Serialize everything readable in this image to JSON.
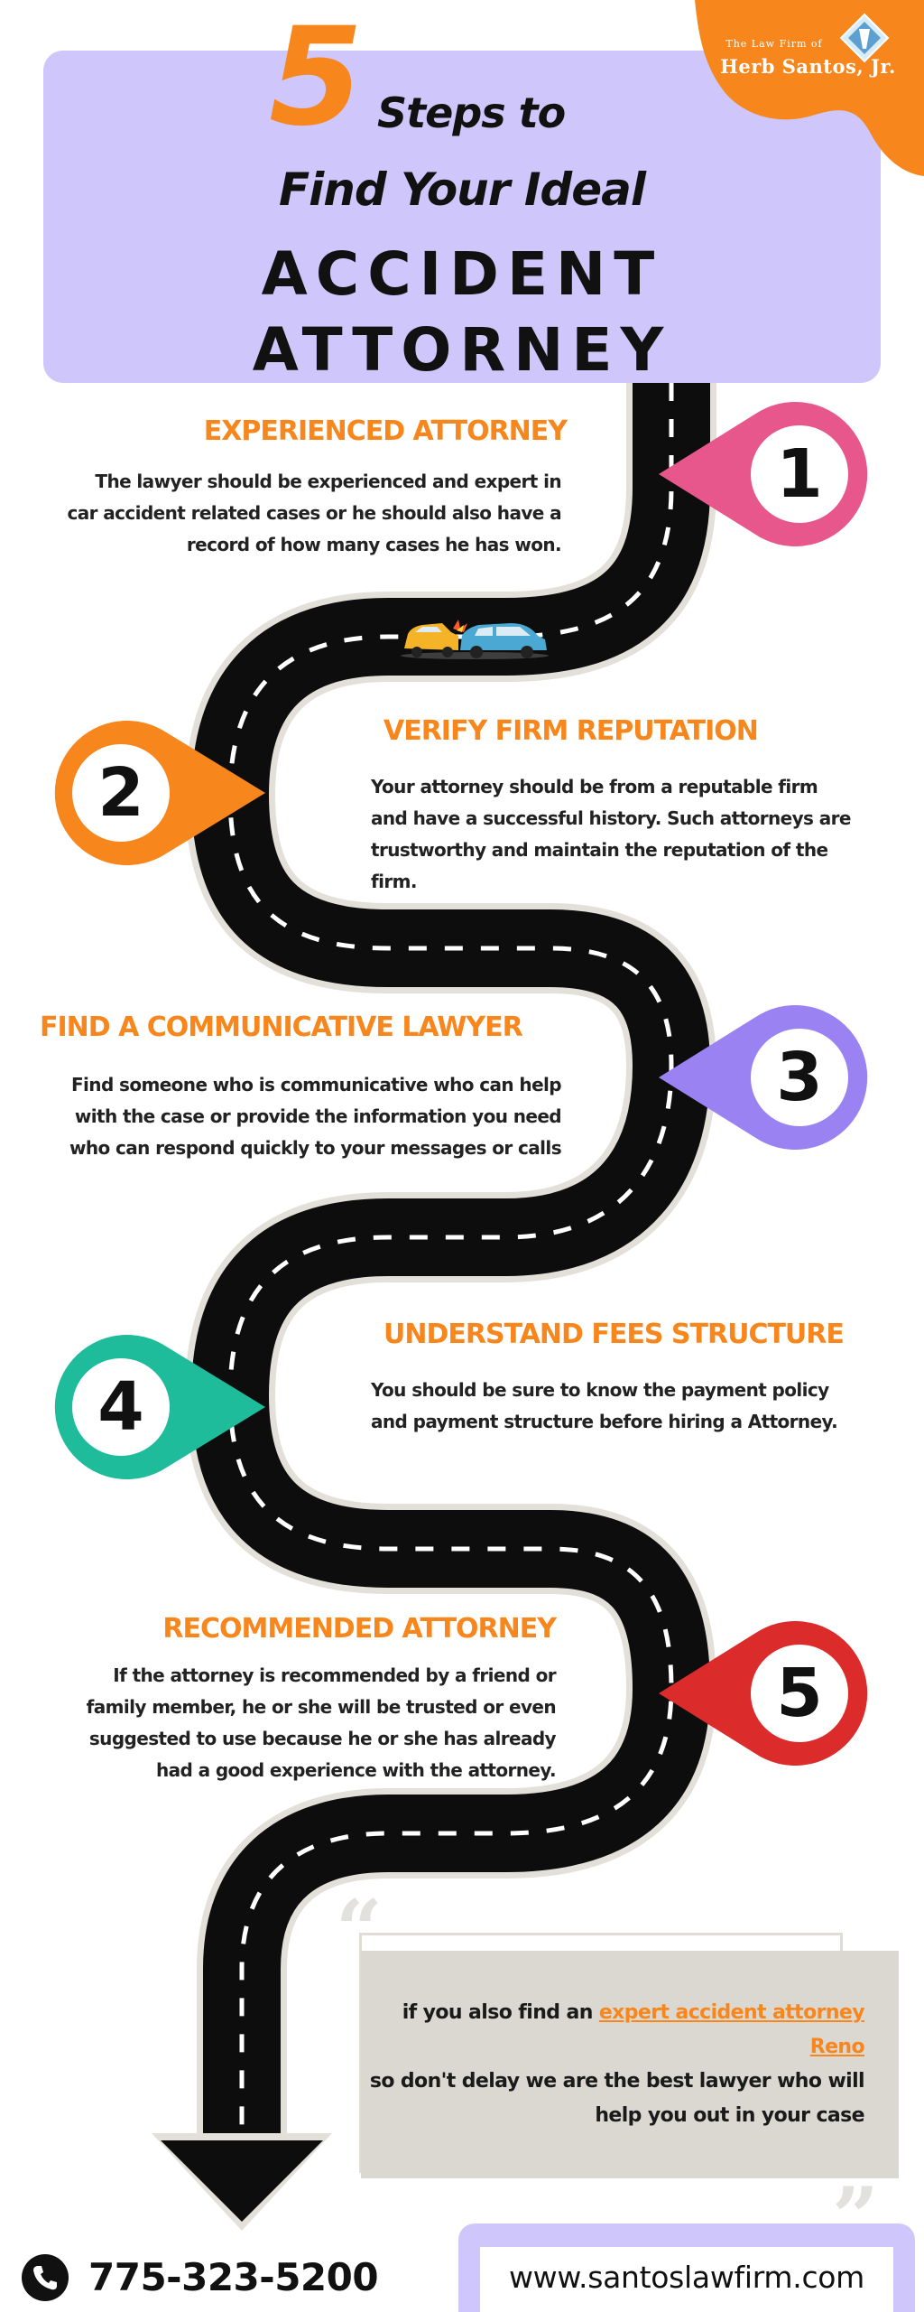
{
  "header": {
    "number": "5",
    "line1": "Steps to",
    "line2": "Find Your Ideal",
    "line3": "ACCIDENT ATTORNEY"
  },
  "logo": {
    "small": "The Law Firm of",
    "name": "Herb Santos, Jr."
  },
  "steps": [
    {
      "number": "1",
      "heading": "EXPERIENCED ATTORNEY",
      "lines": [
        "The lawyer should be experienced and expert in",
        "car accident related cases or he should also have a",
        "record of how many cases he has won."
      ],
      "color": "#e8578b"
    },
    {
      "number": "2",
      "heading": "VERIFY FIRM REPUTATION",
      "lines": [
        "Your attorney should be from a reputable firm",
        "and have a successful history. Such attorneys are",
        "trustworthy and maintain the reputation of the",
        "firm."
      ],
      "color": "#f7861c"
    },
    {
      "number": "3",
      "heading": "FIND A COMMUNICATIVE  LAWYER",
      "lines": [
        "Find someone who is communicative who can help",
        "with the case or provide the information you need",
        "who can respond quickly to your messages or calls"
      ],
      "color": "#9b82f2"
    },
    {
      "number": "4",
      "heading": "UNDERSTAND FEES STRUCTURE",
      "lines": [
        "You should be sure to know the payment policy",
        "and payment structure before hiring a Attorney."
      ],
      "color": "#1fbc9c"
    },
    {
      "number": "5",
      "heading": "RECOMMENDED  ATTORNEY",
      "lines": [
        "If the attorney is recommended by a friend or",
        "family member, he or she will be trusted or even",
        "suggested to use because he or she has already",
        "had a good experience with the attorney."
      ],
      "color": "#dc2b2b"
    }
  ],
  "quote": {
    "open_mark": "“",
    "close_mark": "”",
    "before_link": "if you also find an ",
    "link": "expert accident attorney Reno",
    "line2": "so don't delay we are the best lawyer who will",
    "line3": "help you out in your case"
  },
  "footer": {
    "phone": "775-323-5200",
    "website": "www.santoslawfirm.com"
  },
  "colors": {
    "accent": "#f7861c",
    "lavender": "#cfc6fb",
    "road": "#0d0d0d",
    "quote_bg": "#dbd8d1"
  },
  "icons": [
    "phone-icon",
    "crashed-cars-icon",
    "road-arrow-icon",
    "law-firm-logo-icon"
  ]
}
